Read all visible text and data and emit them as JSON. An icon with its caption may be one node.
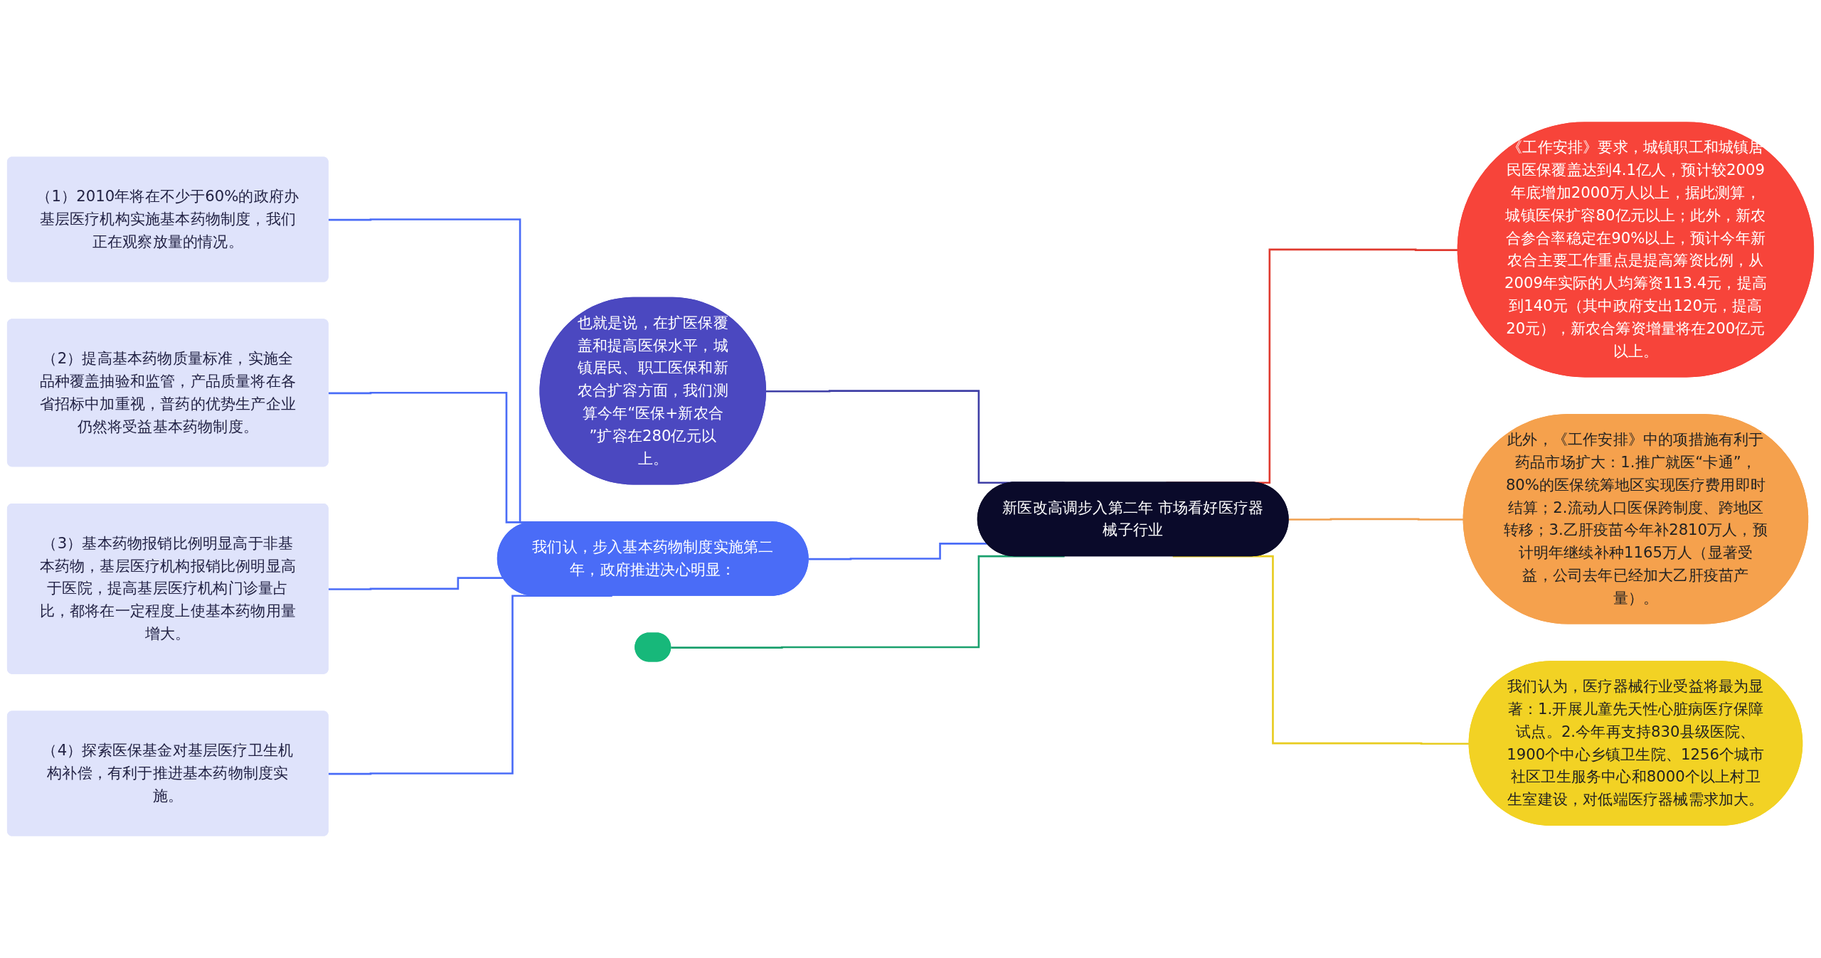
{
  "diagram": {
    "nodes": [
      {
        "text": [
          "新医改高调步入第二年 市场看好医疗器械子行业"
        ]
      },
      {
        "text": [
          "也就是说，在扩医保覆盖和提高医保水平，城镇居民、职工医保和新农合扩容方面，我们测算今年“医保+新农合”扩容在280亿元以上。"
        ]
      },
      {
        "text": [
          "我们认，步入基本药物制度实施第二年，政府推进决心明显："
        ]
      },
      {
        "text": [
          "（1）2010年将在不少于60%的政府办基层医疗机构实施基本药物制度，我们正在观察放量的情况。"
        ]
      },
      {
        "text": [
          "（2）提高基本药物质量标准，实施全品种覆盖抽验和监管，产品质量将在各省招标中加重视，普药的优势生产企业仍然将受益基本药物制度。"
        ]
      },
      {
        "text": [
          "（3）基本药物报销比例明显高于非基本药物，基层医疗机构报销比例明显高于医院，提高基层医疗机构门诊量占比，都将在一定程度上使基本药物用量增大。"
        ]
      },
      {
        "text": [
          "（4）探索医保基金对基层医疗卫生机构补偿，有利于推进基本药物制度实施。"
        ]
      },
      {
        "text": [],
        "shape": "box"
      },
      {
        "text": [
          "《工作安排》要求，城镇职工和城镇居民医保覆盖达到4.1亿人，预计较2009年底增加2000万人以上，据此测算，城镇医保扩容80亿元以上；此外，新农合参合率稳定在90%以上，预计今年新农合主要工作重点是提高筹资比例，从2009年实际的人均筹资113.4元，提高到140元（其中政府支出120元，提高20元），新农合筹资增量将在200亿元以上。"
        ]
      },
      {
        "text": [
          "此外，《工作安排》中的项措施有利于药品市场扩大：1.推广就医“卡通”，80%的医保统筹地区实现医疗费用即时结算；2.流动人口医保跨制度、跨地区转移；3.乙肝疫苗今年补2810万人，预计明年继续补种1165万人（显著受益，公司去年已经加大乙肝疫苗产量）。"
        ]
      },
      {
        "text": [
          "我们认为，医疗器械行业受益将最为显著：1.开展儿童先天性心脏病医疗保障试点。2.今年再支持830县级医院、1900个中心乡镇卫生院、1256个城市社区卫生服务中心和8000个以上村卫生室建设，对低端医疗器械需求加大。"
        ]
      }
    ],
    "edges": [
      {
        "from": 1,
        "to": 0,
        "arrow": "none",
        "color": "#3f3fa6"
      },
      {
        "from": 2,
        "to": 0,
        "arrow": "none",
        "color": "#4a6cf7"
      },
      {
        "from": 3,
        "to": 2,
        "arrow": "none",
        "color": "#4a6cf7"
      },
      {
        "from": 4,
        "to": 2,
        "arrow": "none",
        "color": "#4a6cf7"
      },
      {
        "from": 5,
        "to": 2,
        "arrow": "none",
        "color": "#4a6cf7"
      },
      {
        "from": 6,
        "to": 2,
        "arrow": "none",
        "color": "#4a6cf7"
      },
      {
        "from": 7,
        "to": 0,
        "arrow": "none",
        "color": "#1aa06d"
      },
      {
        "from": 0,
        "to": 8,
        "arrow": "none",
        "color": "#e03a2f"
      },
      {
        "from": 0,
        "to": 9,
        "arrow": "none",
        "color": "#f0a050"
      },
      {
        "from": 0,
        "to": 10,
        "arrow": "none",
        "color": "#e8cc20"
      }
    ]
  }
}
